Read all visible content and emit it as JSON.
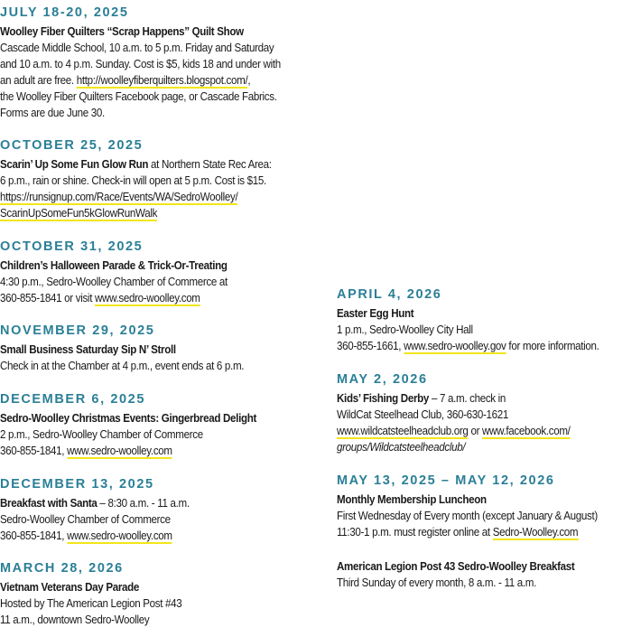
{
  "left": [
    {
      "date": "JULY 18-20, 2025",
      "title": "Woolley Fiber Quilters “Scrap Happens” Quilt Show",
      "l1": "Cascade Middle School, 10 a.m. to 5 p.m. Friday and Saturday",
      "l2": "and 10 a.m. to 4 p.m. Sunday. Cost is $5, kids 18 and under with",
      "l3a": "an adult are free. ",
      "l3link": "http://woolleyfiberquilters.blogspot.com/",
      "l3b": ",",
      "l4": "the Woolley Fiber Quilters Facebook page, or Cascade Fabrics.",
      "l5": "Forms are due June 30."
    },
    {
      "date": "OCTOBER 25, 2025",
      "title": "Scarin’ Up Some Fun Glow Run",
      "title_after": " at Northern State Rec Area:",
      "l1": "6 p.m., rain or shine. Check-in will open at 5 p.m. Cost is $15.",
      "link1": "https://runsignup.com/Race/Events/WA/SedroWoolley/",
      "link2": "ScarinUpSomeFun5kGlowRunWalk"
    },
    {
      "date": "OCTOBER 31, 2025",
      "title": "Children’s Halloween Parade & Trick-Or-Treating",
      "l1": "4:30 p.m., Sedro-Woolley Chamber of Commerce at",
      "l2a": "360-855-1841 or visit ",
      "l2link": "www.sedro-woolley.com"
    },
    {
      "date": "NOVEMBER 29, 2025",
      "title": "Small Business Saturday Sip N’ Stroll",
      "l1": "Check in at the Chamber at 4 p.m., event ends at 6 p.m."
    },
    {
      "date": "DECEMBER 6, 2025",
      "title": "Sedro-Woolley Christmas Events: Gingerbread Delight",
      "l1": "2 p.m., Sedro-Woolley Chamber of Commerce",
      "l2a": "360-855-1841, ",
      "l2link": "www.sedro-woolley.com"
    },
    {
      "date": "DECEMBER 13, 2025",
      "title": "Breakfast with Santa",
      "title_after": " – 8:30 a.m. - 11 a.m.",
      "l1": "Sedro-Woolley Chamber of Commerce",
      "l2a": "360-855-1841, ",
      "l2link": "www.sedro-woolley.com"
    },
    {
      "date": "MARCH 28, 2026",
      "title": "Vietnam Veterans Day Parade",
      "l1": "Hosted by The American Legion Post #43",
      "l2": "11 a.m., downtown Sedro-Woolley"
    }
  ],
  "right": [
    {
      "date": "APRIL 4, 2026",
      "title": "Easter Egg Hunt",
      "l1": "1 p.m., Sedro-Woolley City Hall",
      "l2a": "360-855-1661, ",
      "l2link": "www.sedro-woolley.gov",
      "l2b": " for more information."
    },
    {
      "date": "MAY 2, 2026",
      "title": "Kids’ Fishing Derby",
      "title_after": " – 7 a.m. check in",
      "l1": "WildCat Steelhead Club, 360-630-1621",
      "l2link": "www.wildcatsteelheadclub.org",
      "l2mid": " or ",
      "l2link2": "www.facebook.com/",
      "l3": "groups/Wildcatsteelheadclub/"
    },
    {
      "date": "MAY 13, 2025 – MAY 12, 2026",
      "title": "Monthly Membership Luncheon",
      "l1": "First Wednesday of Every month (except January & August)",
      "l2a": "11:30-1 p.m. must register online at ",
      "l2link": "Sedro-Woolley.com"
    },
    {
      "title": "American Legion Post 43 Sedro-Woolley Breakfast",
      "l1": "Third Sunday of every month, 8 a.m. - 11 a.m."
    }
  ]
}
